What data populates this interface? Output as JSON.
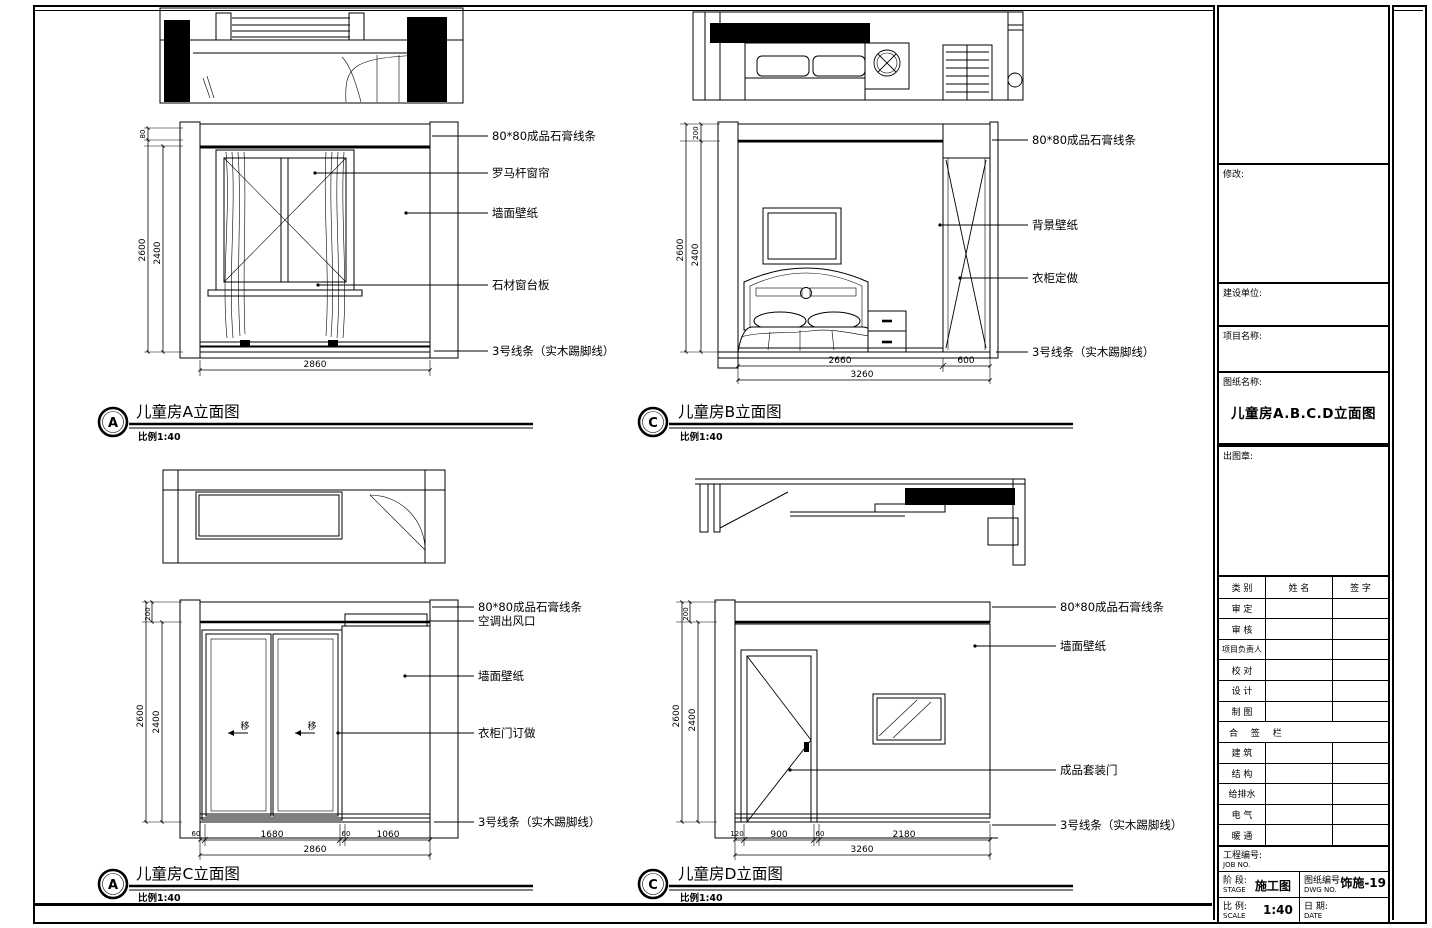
{
  "sheet": {
    "views": {
      "a": {
        "bubble": "A",
        "title": "儿童房A立面图",
        "scale": "比例1:40",
        "ann": [
          "80*80成品石膏线条",
          "罗马杆窗帘",
          "墙面壁纸",
          "石材窗台板",
          "3号线条（实木踢脚线）"
        ],
        "dim_left": "2600",
        "dim_left_inner": "2400",
        "dim_top": "80",
        "dim_b1": "2860"
      },
      "b": {
        "bubble": "C",
        "title": "儿童房B立面图",
        "scale": "比例1:40",
        "ann": [
          "80*80成品石膏线条",
          "背景壁纸",
          "衣柜定做",
          "3号线条（实木踢脚线）"
        ],
        "dim_left": "2600",
        "dim_left_inner": "2400",
        "dim_top": "200",
        "dim_b1": "2660",
        "dim_b2": "600",
        "dim_total": "3260"
      },
      "c": {
        "bubble": "A",
        "title": "儿童房C立面图",
        "scale": "比例1:40",
        "ann": [
          "80*80成品石膏线条",
          "空调出风口",
          "墙面壁纸",
          "衣柜门订做",
          "3号线条（实木踢脚线）"
        ],
        "door_mark": "移",
        "dim_left": "2600",
        "dim_left_inner": "2400",
        "dim_top": "200",
        "dim_b1": "60",
        "dim_b2": "1680",
        "dim_b3": "60",
        "dim_b4": "1060",
        "dim_total": "2860"
      },
      "d": {
        "bubble": "C",
        "title": "儿童房D立面图",
        "scale": "比例1:40",
        "ann": [
          "80*80成品石膏线条",
          "墙面壁纸",
          "成品套装门",
          "3号线条（实木踢脚线）"
        ],
        "dim_left": "2600",
        "dim_left_inner": "2400",
        "dim_top": "200",
        "dim_b1": "120",
        "dim_b2": "900",
        "dim_b3": "60",
        "dim_b4": "2180",
        "dim_total": "3260"
      }
    },
    "title_block": {
      "revision_label": "修改:",
      "client_label": "建设单位:",
      "project_label": "项目名称:",
      "sheet_name_label": "图纸名称:",
      "sheet_name": "儿童房A.B.C.D立面图",
      "stamp_label": "出图章:",
      "table": {
        "col_category": "类 别",
        "col_name": "姓 名",
        "col_sign": "签 字",
        "rows": [
          "审 定",
          "审 核",
          "项目负责人",
          "校 对",
          "设 计",
          "制 图"
        ],
        "joint_label": "合 签 栏",
        "joint_rows": [
          "建 筑",
          "结 构",
          "给排水",
          "电 气",
          "暖 通"
        ]
      },
      "job_label": "工程编号:",
      "job_en": "JOB NO.",
      "stage_label": "阶 段:",
      "stage_en": "STAGE",
      "stage_value": "施工图",
      "dwg_label": "图纸编号:",
      "dwg_en": "DWG NO.",
      "dwg_value": "饰施-19",
      "scale_label": "比 例:",
      "scale_en": "SCALE",
      "scale_value": "1:40",
      "date_label": "日 期:",
      "date_en": "DATE"
    }
  }
}
